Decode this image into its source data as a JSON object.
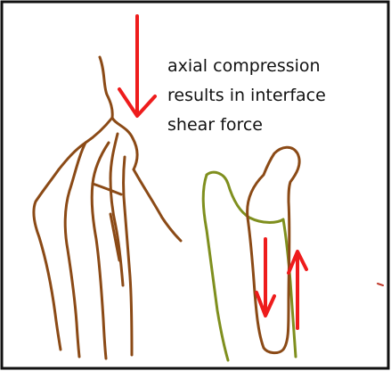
{
  "caption": {
    "lines": [
      "axial compression",
      "results in interface",
      "shear force"
    ]
  },
  "colors": {
    "frame": "#111111",
    "bone": "#8b4a16",
    "implant_outline": "#7f8f1e",
    "force_arrow": "#ee1c1c",
    "text": "#111111"
  }
}
